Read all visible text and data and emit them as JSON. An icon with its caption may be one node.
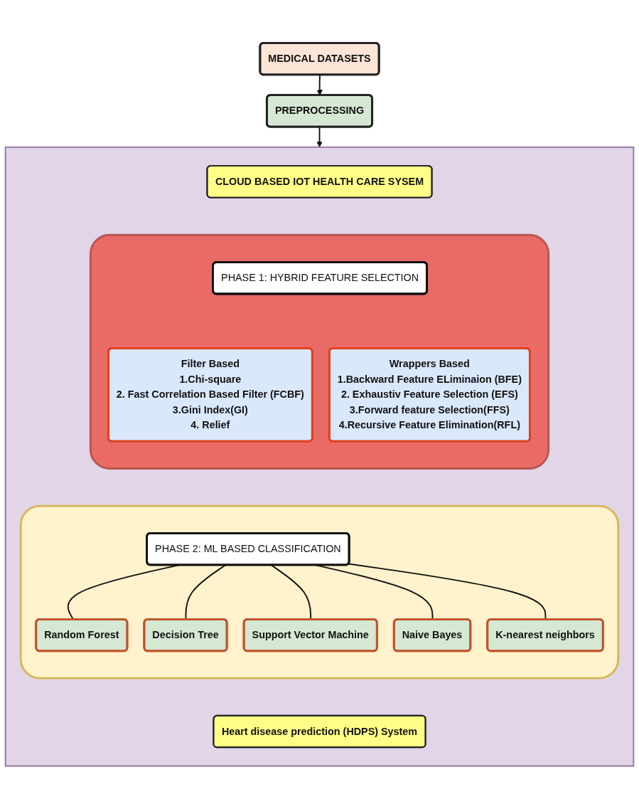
{
  "diagram": {
    "nodes": [
      {
        "text": [
          "MEDICAL DATASETS"
        ]
      },
      {
        "text": [
          "PREPROCESSING"
        ]
      },
      {
        "text": [],
        "shape": "box"
      },
      {
        "text": [
          "CLOUD BASED IOT HEALTH CARE SYSEM"
        ],
        "in": 2
      },
      {
        "text": [],
        "shape": "box",
        "in": 2
      },
      {
        "text": [
          "PHASE 1: HYBRID FEATURE SELECTION"
        ],
        "in": 4
      },
      {
        "text": [
          "Filter Based",
          "1.Chi-square",
          "2. Fast Correlation Based Filter (FCBF)",
          "3.Gini Index(GI)",
          "4. Relief"
        ],
        "in": 4
      },
      {
        "text": [
          "Wrappers Based",
          "1.Backward Feature ELiminaion (BFE)",
          "2. Exhaustiv Feature Selection (EFS)",
          "3.Forward feature Selection(FFS)",
          "4.Recursive Feature Elimination(RFL)"
        ],
        "in": 4
      },
      {
        "text": [],
        "shape": "box",
        "in": 2
      },
      {
        "text": [
          "PHASE 2: ML BASED CLASSIFICATION"
        ],
        "in": 8
      },
      {
        "text": [
          "Random Forest"
        ],
        "in": 8
      },
      {
        "text": [
          "Decision Tree"
        ],
        "in": 8
      },
      {
        "text": [
          "Support Vector Machine"
        ],
        "in": 8
      },
      {
        "text": [
          "Naive Bayes"
        ],
        "in": 8
      },
      {
        "text": [
          "K-nearest neighbors"
        ],
        "in": 8
      },
      {
        "text": [
          "Heart disease prediction (HDPS) System"
        ],
        "in": 2
      }
    ],
    "edges": [
      {
        "from": 0,
        "to": 1,
        "arrow": "to"
      },
      {
        "from": 1,
        "to": 2,
        "arrow": "to"
      },
      {
        "from": 9,
        "to": 10,
        "arrow": "none"
      },
      {
        "from": 9,
        "to": 11,
        "arrow": "none"
      },
      {
        "from": 9,
        "to": 12,
        "arrow": "none"
      },
      {
        "from": 9,
        "to": 13,
        "arrow": "none"
      },
      {
        "from": 9,
        "to": 14,
        "arrow": "none"
      }
    ]
  }
}
